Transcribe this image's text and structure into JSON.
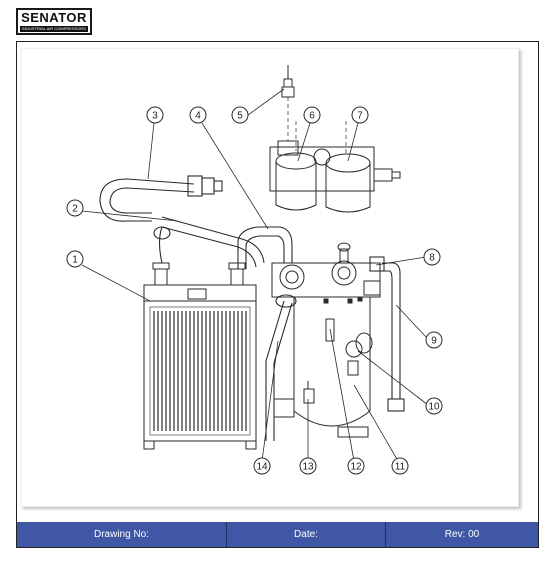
{
  "header": {
    "logo_text": "SENATOR",
    "logo_subtext": "INDUSTRIAL AIR COMPRESSORS"
  },
  "drawing": {
    "callouts": [
      "1",
      "2",
      "3",
      "4",
      "5",
      "6",
      "7",
      "8",
      "9",
      "10",
      "11",
      "12",
      "13",
      "14"
    ]
  },
  "footer": {
    "drawing_no_label": "Drawing No:",
    "date_label": "Date:",
    "rev_label": "Rev: 00"
  }
}
